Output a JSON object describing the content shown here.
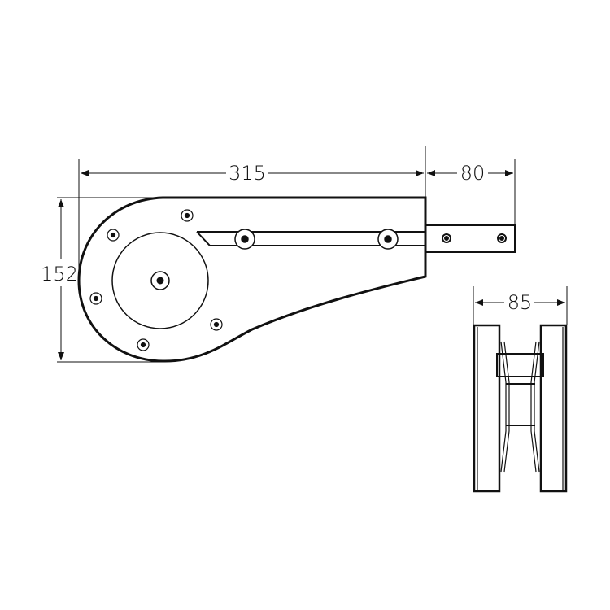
{
  "dimensions": {
    "length": "315",
    "shaft_length": "80",
    "height": "152",
    "width": "85"
  },
  "colors": {
    "line": "#111111",
    "background": "#ffffff"
  }
}
